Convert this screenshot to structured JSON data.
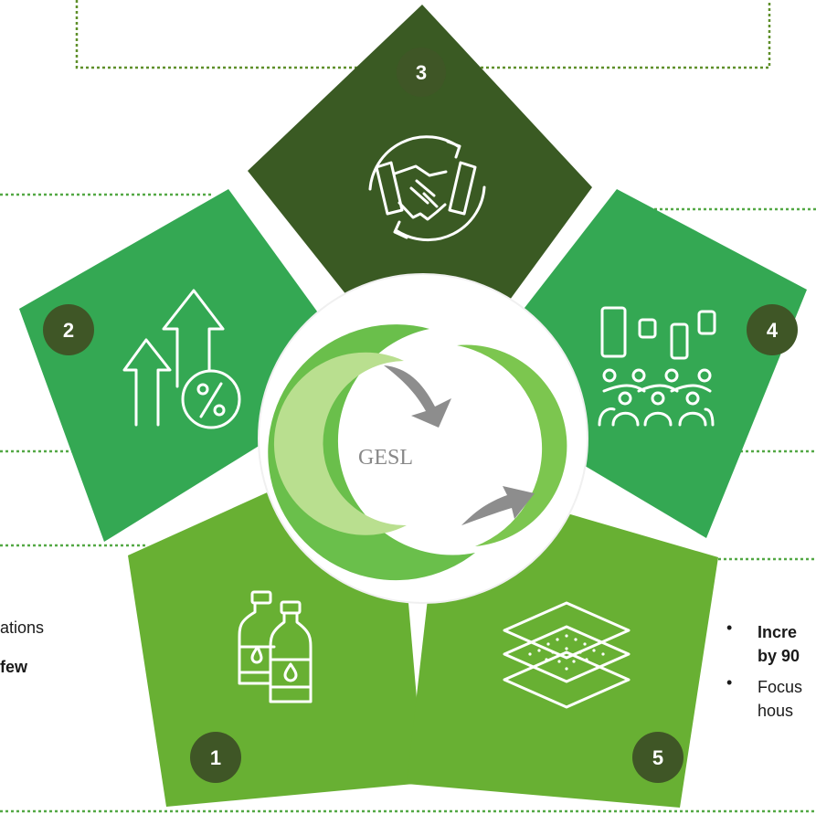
{
  "colors": {
    "dark_green": "#3a5a23",
    "mid_green": "#34a853",
    "light_green": "#68b033",
    "badge": "#3f5626",
    "dotted_border": "#5f8f2a",
    "dotted_line": "#53a845",
    "logo_text": "#888888"
  },
  "segments": [
    {
      "number": "3",
      "icon": "handshake-cycle-icon"
    },
    {
      "number": "2",
      "icon": "percent-growth-arrows-icon"
    },
    {
      "number": "4",
      "icon": "people-with-bar-chart-icon"
    },
    {
      "number": "1",
      "icon": "water-bottles-icon"
    },
    {
      "number": "5",
      "icon": "filter-layers-icon"
    }
  ],
  "logo": {
    "text": "GESL"
  },
  "left_notes": {
    "line1": "ations",
    "line2": "few"
  },
  "right_notes": {
    "bullet1_line1": "Incre",
    "bullet1_line2": "by 90",
    "bullet2_line1": "Focus",
    "bullet2_line2": "hous",
    "bullet_char": "•"
  }
}
